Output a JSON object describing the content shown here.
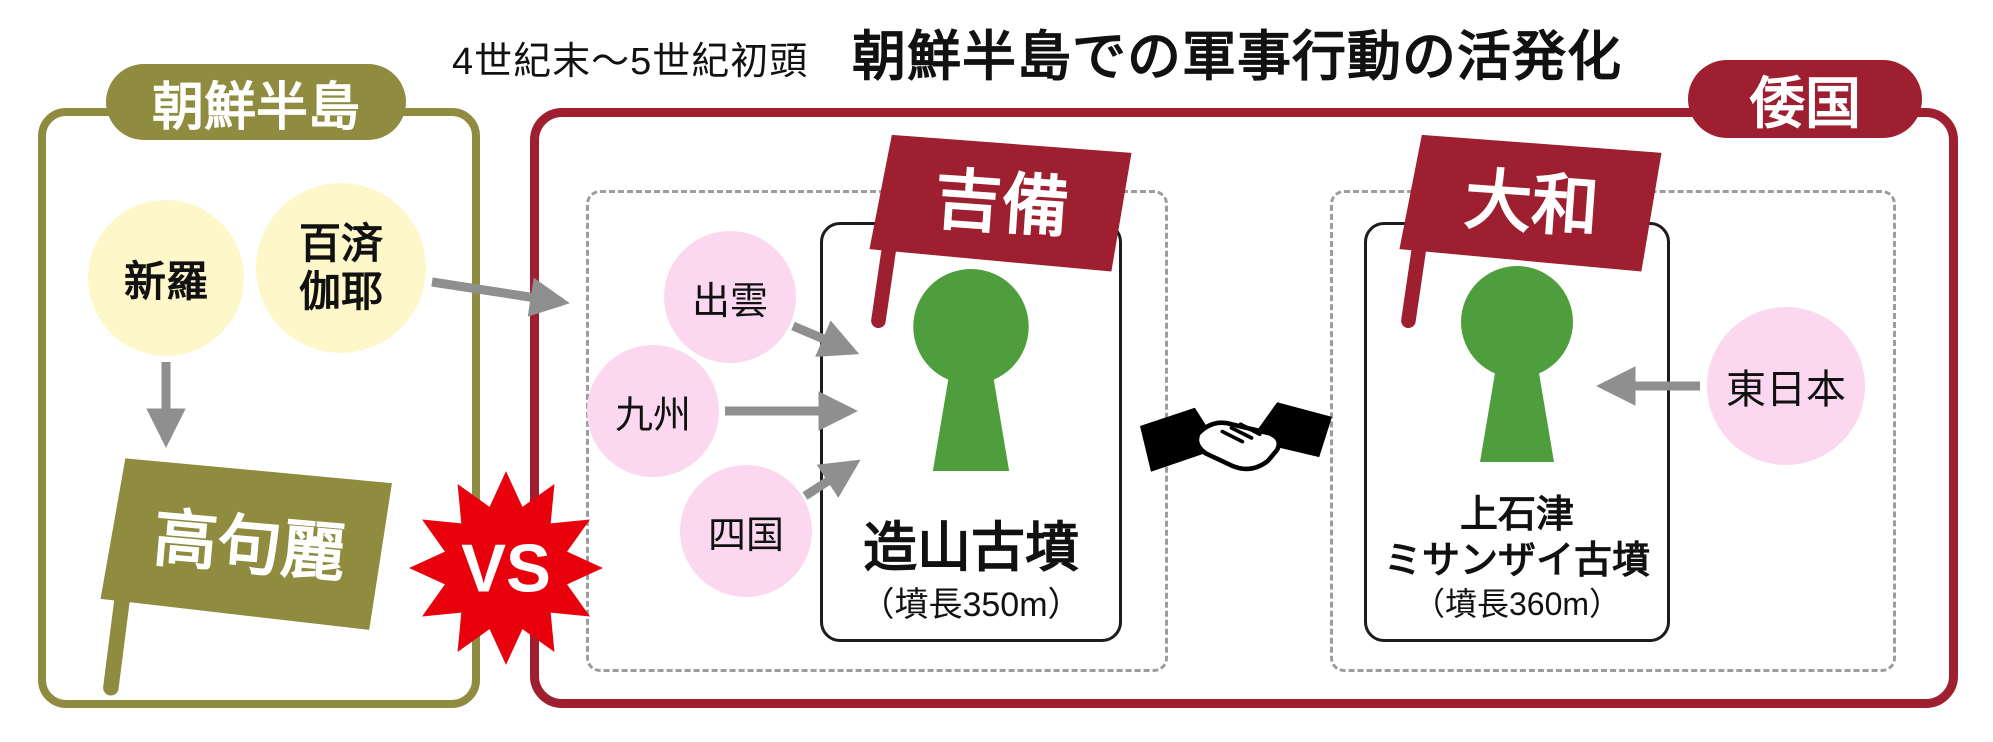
{
  "title": {
    "period": "4世紀末〜5世紀初頭",
    "main": "朝鮮半島での軍事行動の活発化"
  },
  "korea": {
    "label": "朝鮮半島",
    "silla": "新羅",
    "baekje": "百済",
    "gaya": "伽耶",
    "goguryeo": "高句麗"
  },
  "versus": "VS",
  "wa": {
    "label": "倭国",
    "kibi": {
      "flag": "吉備",
      "allies": [
        "出雲",
        "九州",
        "四国"
      ],
      "kofun_name": "造山古墳",
      "kofun_length": "（墳長350m）"
    },
    "yamato": {
      "flag": "大和",
      "ally": "東日本",
      "kofun_line1": "上石津",
      "kofun_line2": "ミサンザイ古墳",
      "kofun_length": "（墳長360m）"
    }
  },
  "icons": {
    "handshake": "clasped-hands-alliance",
    "flag": "war-banner",
    "kofun": "keyhole-tomb-silhouette",
    "vs_burst": "red-starburst"
  },
  "colors": {
    "olive": "#8f8c3f",
    "dark_red": "#9e1f30",
    "vs_red": "#e8000d",
    "pale_yellow": "#fdf7c9",
    "pink": "#fbd8ef",
    "green": "#4f9e3d",
    "arrow_gray": "#8f8f8f"
  }
}
